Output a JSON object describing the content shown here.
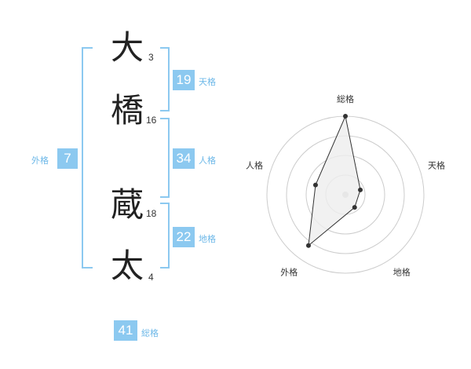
{
  "name": {
    "chars": [
      {
        "char": "大",
        "strokes": "3"
      },
      {
        "char": "橋",
        "strokes": "16"
      },
      {
        "char": "蔵",
        "strokes": "18"
      },
      {
        "char": "太",
        "strokes": "4"
      }
    ]
  },
  "kakusu": {
    "tenkaku": {
      "value": "19",
      "label": "天格"
    },
    "jinkaku": {
      "value": "34",
      "label": "人格"
    },
    "chikaku": {
      "value": "22",
      "label": "地格"
    },
    "gaikaku": {
      "value": "7",
      "label": "外格"
    },
    "soukaku": {
      "value": "41",
      "label": "総格"
    }
  },
  "chart_data": {
    "type": "radar",
    "axes": [
      "総格",
      "天格",
      "地格",
      "外格",
      "人格"
    ],
    "values": [
      5,
      1,
      1,
      4,
      2
    ],
    "rlim": [
      0,
      5
    ],
    "rings": 4,
    "colors": {
      "fill": "#eeeeee",
      "line": "#333333",
      "grid": "#cccccc",
      "center": "#cccccc"
    }
  }
}
